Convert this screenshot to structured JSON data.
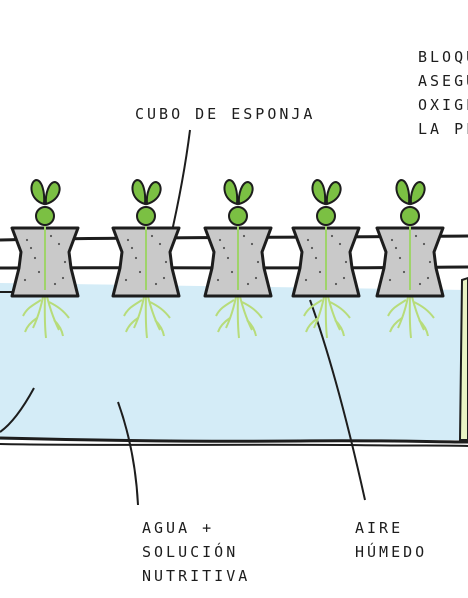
{
  "labels": {
    "top_right": [
      "BLOQU",
      "ASEGU",
      "OXIGE",
      "LA PL"
    ],
    "cubo": "CUBO DE ESPONJA",
    "agua": [
      "AGUA +",
      "SOLUCIÓN",
      "NUTRITIVA"
    ],
    "aire": [
      "AIRE",
      "HÚMEDO"
    ]
  },
  "colors": {
    "water": "#d4ecf7",
    "sponge": "#c9c9c9",
    "leaf": "#7bc043",
    "root": "#b7dc7a",
    "line": "#1d1d1d",
    "stem": "#9fd36a"
  },
  "plants": 5
}
